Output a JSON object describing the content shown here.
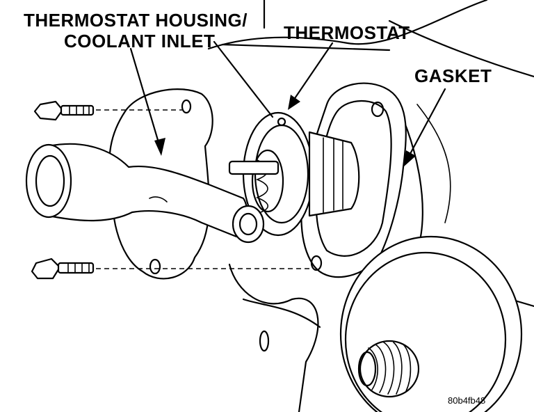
{
  "labels": {
    "housing_line1": "THERMOSTAT HOUSING/",
    "housing_line2": "COOLANT INLET",
    "thermostat": "THERMOSTAT",
    "gasket": "GASKET",
    "figure_code": "80b4fb48"
  },
  "colors": {
    "ink": "#000000",
    "paper": "#ffffff"
  }
}
